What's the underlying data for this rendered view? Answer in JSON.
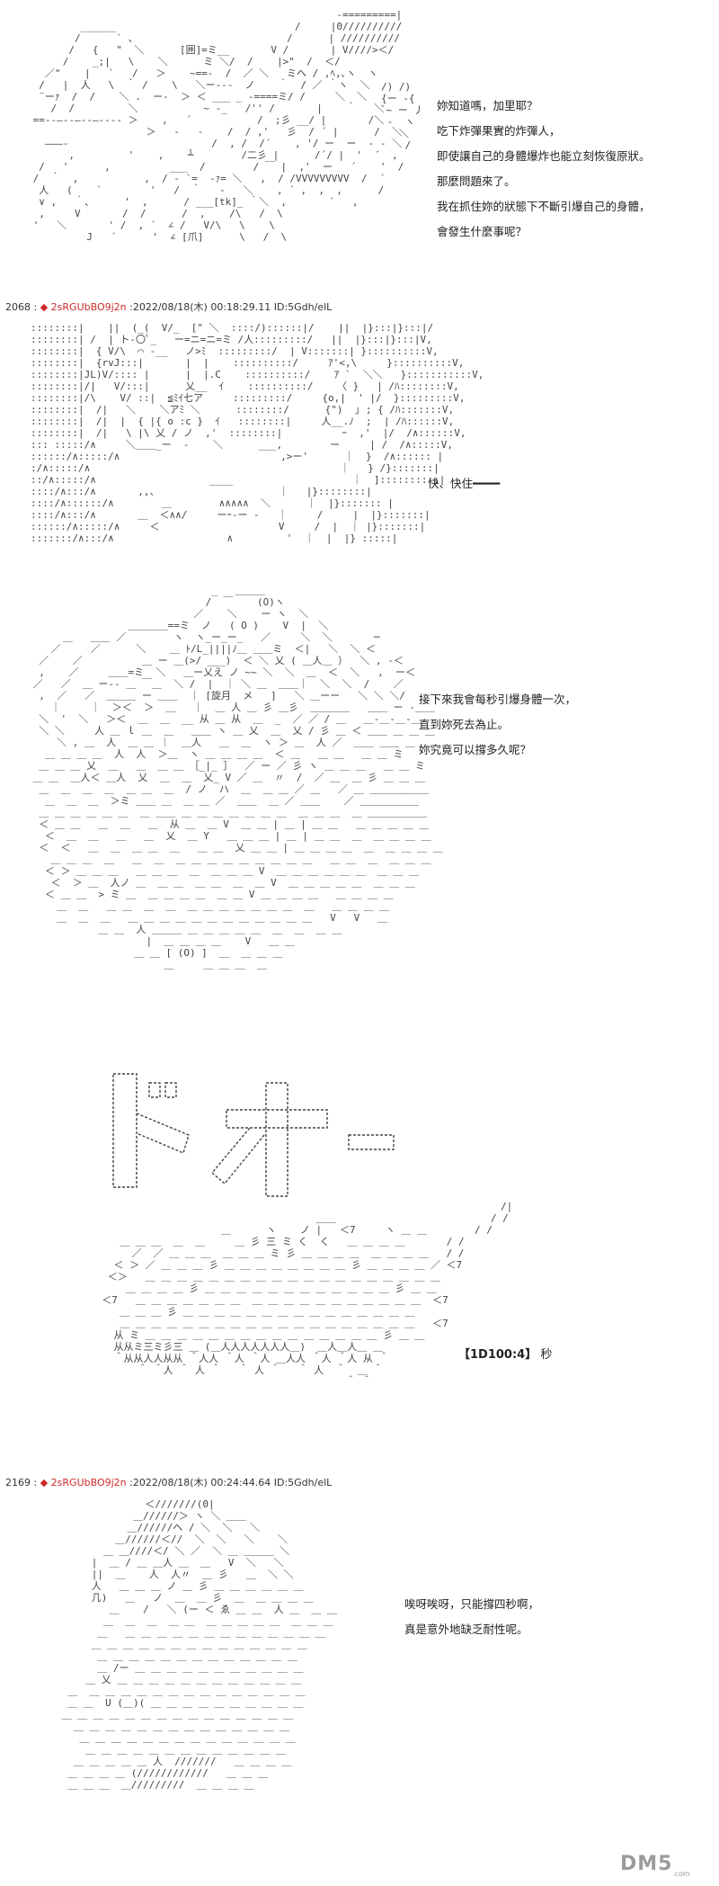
{
  "panel1": {
    "dialogue": [
      "妳知道嗎，加里耶？",
      "吃下炸彈果實的炸彈人，",
      "即使讓自己的身體爆炸也能立刻恢復原狀。",
      "那麼問題來了。",
      "我在抓住妳的狀態下不斷引爆自己的身體，",
      "會發生什麼事呢？"
    ]
  },
  "post1": {
    "number": "2068",
    "diamond": "◆",
    "trip": "2sRGUbBO9j2n",
    "meta": ":2022/08/18(木) 00:18:29.11 ID:5Gdh/elL"
  },
  "panel2": {
    "dialogue": "快、快住━━━━"
  },
  "panel3": {
    "dialogue": [
      "接下來我會每秒引爆身體一次，",
      "直到妳死去為止。",
      "妳究竟可以撐多久呢？"
    ]
  },
  "panel4": {
    "dice": {
      "label": "【1D100:4】",
      "unit": "秒"
    }
  },
  "post2": {
    "number": "2169",
    "diamond": "◆",
    "trip": "2sRGUbBO9j2n",
    "meta": ":2022/08/18(木) 00:24:44.64 ID:5Gdh/elL"
  },
  "panel5": {
    "dialogue": [
      "唉呀唉呀，只能撐四秒啊，",
      "真是意外地缺乏耐性呢。"
    ]
  },
  "watermark": {
    "text": "DM5",
    "sub": ".com"
  }
}
